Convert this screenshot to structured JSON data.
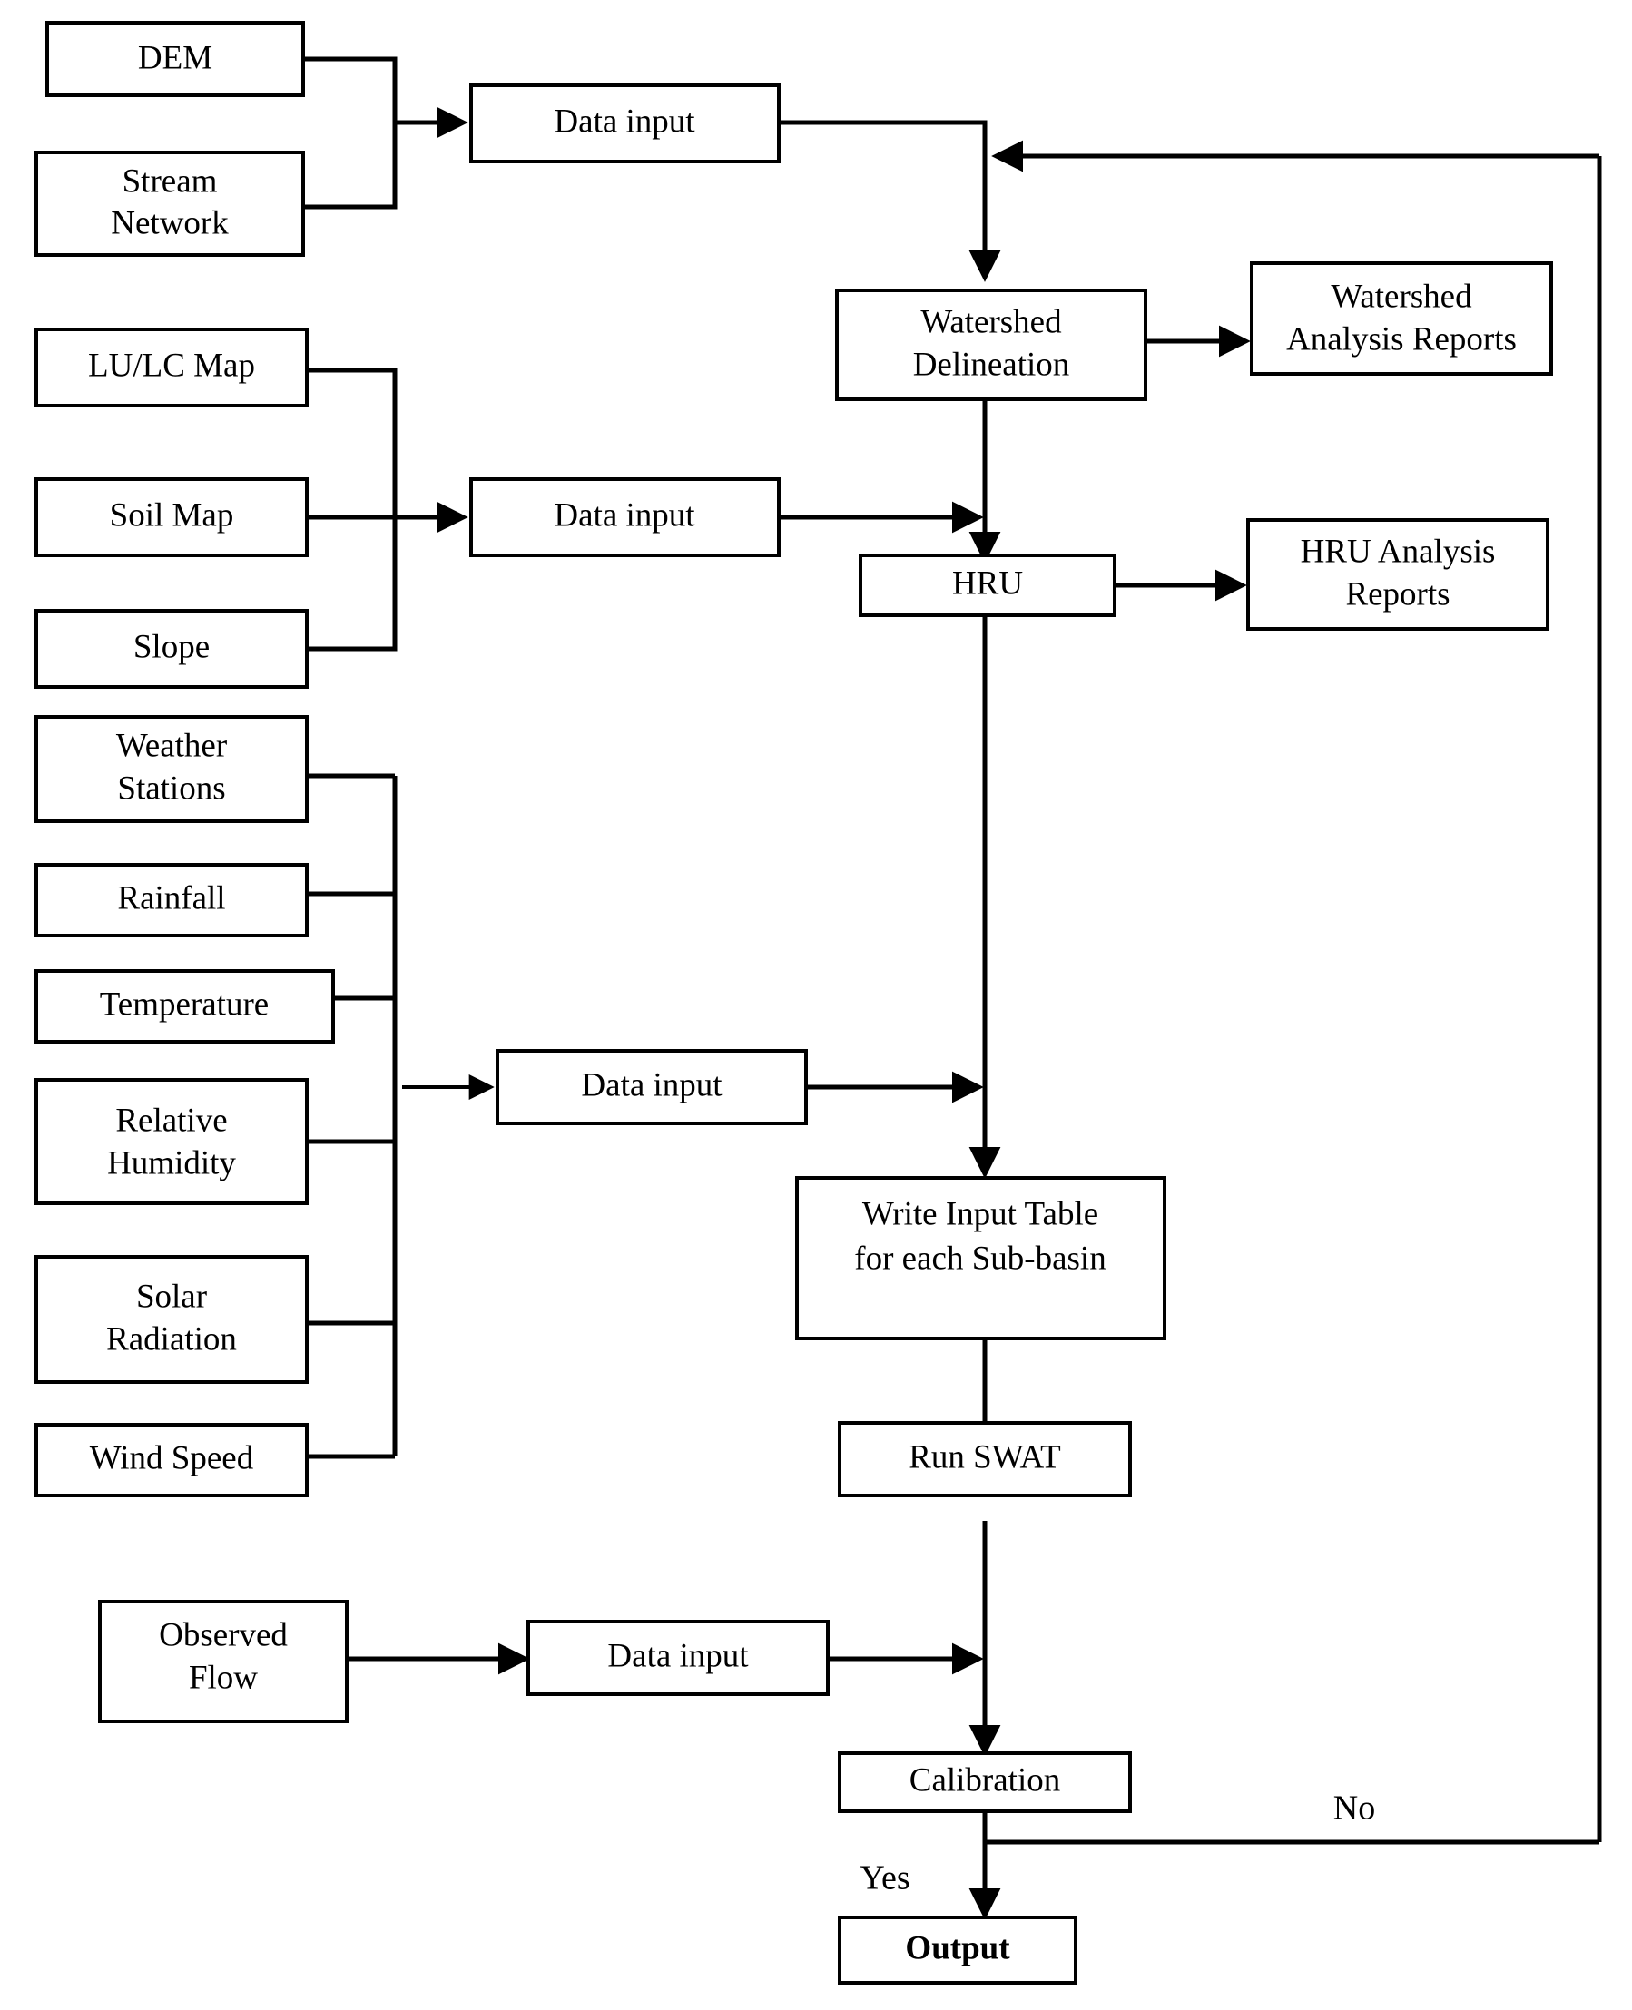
{
  "diagram": {
    "title": "SWAT model workflow flowchart",
    "colors": {
      "stroke": "#000000",
      "fill": "#ffffff",
      "text": "#000000"
    },
    "nodes": {
      "dem": {
        "label": "DEM"
      },
      "stream_network": {
        "line1": "Stream",
        "line2": "Network"
      },
      "data_input_1": {
        "label": "Data input"
      },
      "lulc_map": {
        "label": "LU/LC Map"
      },
      "soil_map": {
        "label": "Soil  Map"
      },
      "slope": {
        "label": "Slope"
      },
      "data_input_2": {
        "label": "Data input"
      },
      "watershed_delineation": {
        "line1": "Watershed",
        "line2": "Delineation"
      },
      "watershed_analysis_reports": {
        "line1": "Watershed",
        "line2": "Analysis  Reports"
      },
      "hru": {
        "label": "HRU"
      },
      "hru_analysis_reports": {
        "line1": "HRU Analysis",
        "line2": "Reports"
      },
      "weather_stations": {
        "line1": "Weather",
        "line2": "Stations"
      },
      "rainfall": {
        "label": "Rainfall"
      },
      "temperature": {
        "label": "Temperature"
      },
      "relative_humidity": {
        "line1": "Relative",
        "line2": "Humidity"
      },
      "solar_radiation": {
        "line1": "Solar",
        "line2": "Radiation"
      },
      "wind_speed": {
        "label": "Wind  Speed"
      },
      "data_input_3": {
        "label": "Data input"
      },
      "write_input_table": {
        "line1": "Write Input Table",
        "line2": "for each Sub-basin"
      },
      "run_swat": {
        "label": "Run SWAT"
      },
      "observed_flow": {
        "line1": "Observed",
        "line2": "Flow"
      },
      "data_input_4": {
        "label": "Data input"
      },
      "calibration": {
        "label": "Calibration"
      },
      "output": {
        "label": "Output"
      }
    },
    "branch_labels": {
      "yes": "Yes",
      "no": "No"
    }
  }
}
